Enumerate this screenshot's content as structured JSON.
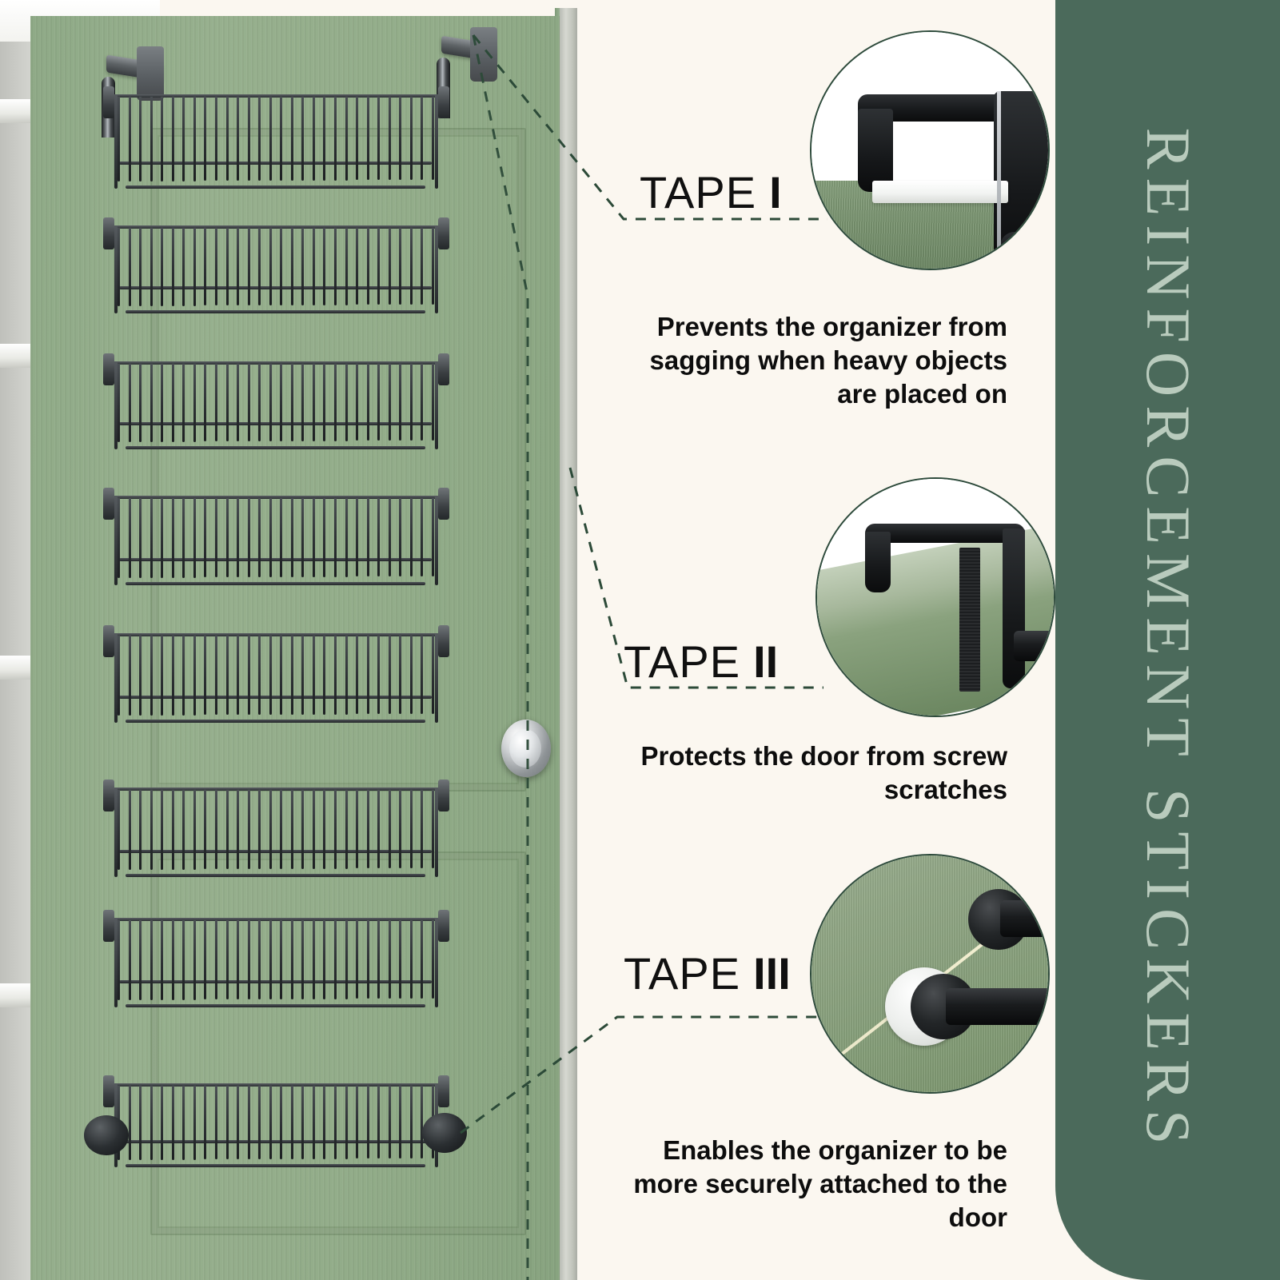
{
  "banner": {
    "title": "REINFORCEMENT STICKERS",
    "bg_color": "#4b6a5b",
    "text_color": "#b9cbbd"
  },
  "page": {
    "background_color": "#fbf7f0",
    "accent_dashed_color": "#2c4a38"
  },
  "product": {
    "name": "over-the-door wire basket organizer",
    "door_color": "#93ad8a",
    "frame_color": "#1d2022",
    "basket_count": 8
  },
  "features": [
    {
      "id": "tape-1",
      "title": "TAPE",
      "numeral": "I",
      "description": "Prevents the organizer from sagging when heavy objects are placed on",
      "photo": "over-door-bracket-with-clear-tape"
    },
    {
      "id": "tape-2",
      "title": "TAPE",
      "numeral": "II",
      "description": "Protects the door from screw scratches",
      "photo": "over-door-bracket-with-foam-strip"
    },
    {
      "id": "tape-3",
      "title": "TAPE",
      "numeral": "III",
      "description": "Enables the organizer to be more securely attached to the door",
      "photo": "mount-comparison-with-round-pad"
    }
  ]
}
